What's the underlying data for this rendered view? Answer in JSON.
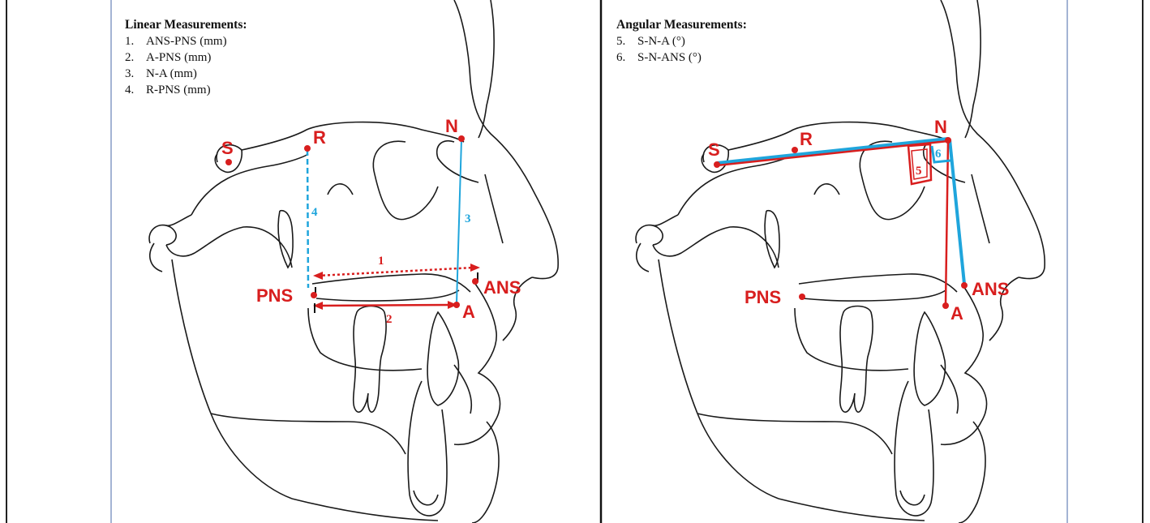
{
  "linear_panel": {
    "title": "Linear Measurements:",
    "items": [
      {
        "num": "1.",
        "label": "ANS-PNS (mm)"
      },
      {
        "num": "2.",
        "label": "A-PNS (mm)"
      },
      {
        "num": "3.",
        "label": "N-A (mm)"
      },
      {
        "num": "4.",
        "label": "R-PNS (mm)"
      }
    ],
    "landmarks": {
      "S": "S",
      "R": "R",
      "N": "N",
      "PNS": "PNS",
      "ANS": "ANS",
      "A": "A"
    },
    "markers": {
      "m1": "1",
      "m2": "2",
      "m3": "3",
      "m4": "4"
    }
  },
  "angular_panel": {
    "title": "Angular Measurements:",
    "items": [
      {
        "num": "5.",
        "label": "S-N-A (°)"
      },
      {
        "num": "6.",
        "label": "S-N-ANS (°)"
      }
    ],
    "landmarks": {
      "S": "S",
      "R": "R",
      "N": "N",
      "PNS": "PNS",
      "ANS": "ANS",
      "A": "A"
    },
    "markers": {
      "m5": "5",
      "m6": "6"
    }
  },
  "colors": {
    "landmark_red": "#d81e1e",
    "measure_blue": "#1fa5dc",
    "outline": "#1a1a1a"
  }
}
